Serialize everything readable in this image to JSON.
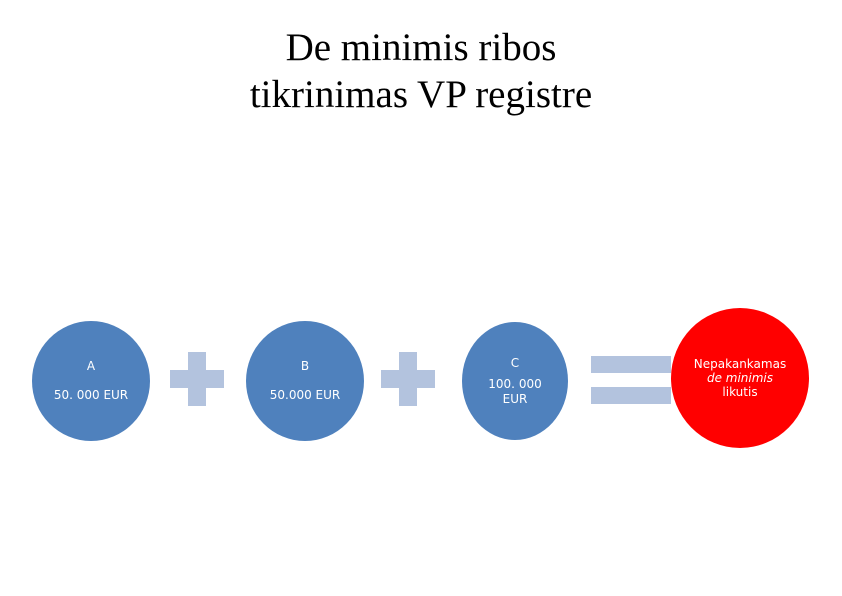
{
  "title": {
    "line1": "De minimis ribos",
    "line2": "tikrinimas VP registre"
  },
  "colors": {
    "circle_blue": "#4f81bd",
    "circle_red": "#ff0000",
    "operator": "#b3c3de"
  },
  "nodes": [
    {
      "label": "A",
      "value": "50. 000 EUR"
    },
    {
      "label": "B",
      "value": "50.000 EUR"
    },
    {
      "label": "C",
      "value": "100. 000 EUR"
    }
  ],
  "operators": {
    "first": "plus-icon",
    "second": "plus-icon",
    "third": "equals-icon"
  },
  "result": {
    "line1": "Nepakankamas",
    "line2": "de minimis",
    "line3": "likutis"
  }
}
